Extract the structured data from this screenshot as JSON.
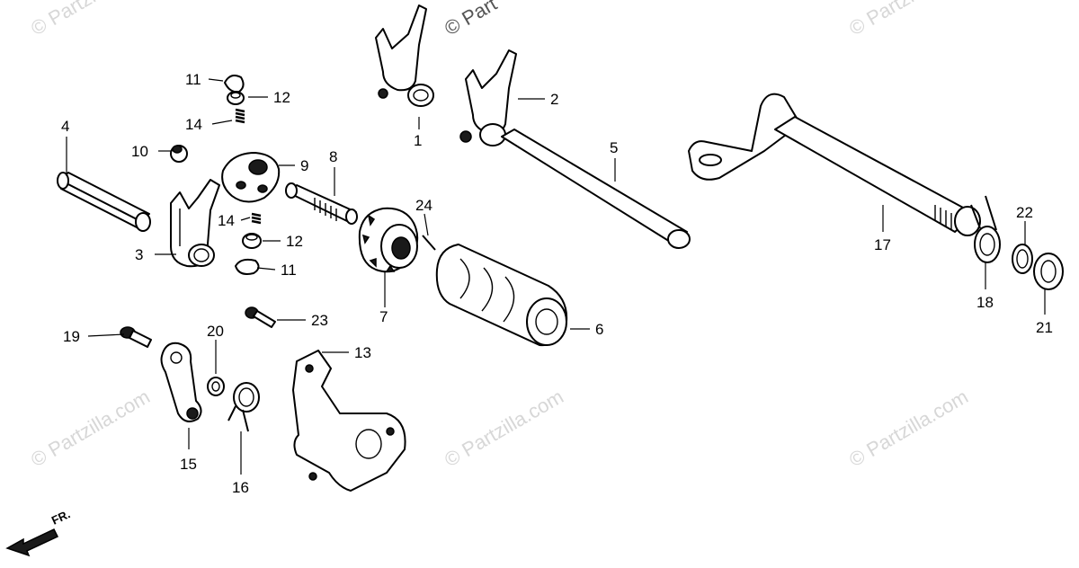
{
  "watermark": "© Partzilla.com",
  "watermark_top_partial": "© Part",
  "front_indicator": "FR.",
  "callouts": {
    "c1": "1",
    "c2": "2",
    "c3": "3",
    "c4": "4",
    "c5": "5",
    "c6": "6",
    "c7": "7",
    "c8": "8",
    "c9": "9",
    "c10": "10",
    "c11a": "11",
    "c11b": "11",
    "c12a": "12",
    "c12b": "12",
    "c13": "13",
    "c14a": "14",
    "c14b": "14",
    "c15": "15",
    "c16": "16",
    "c17": "17",
    "c18": "18",
    "c19": "19",
    "c20": "20",
    "c21": "21",
    "c22": "22",
    "c23": "23",
    "c24": "24"
  }
}
